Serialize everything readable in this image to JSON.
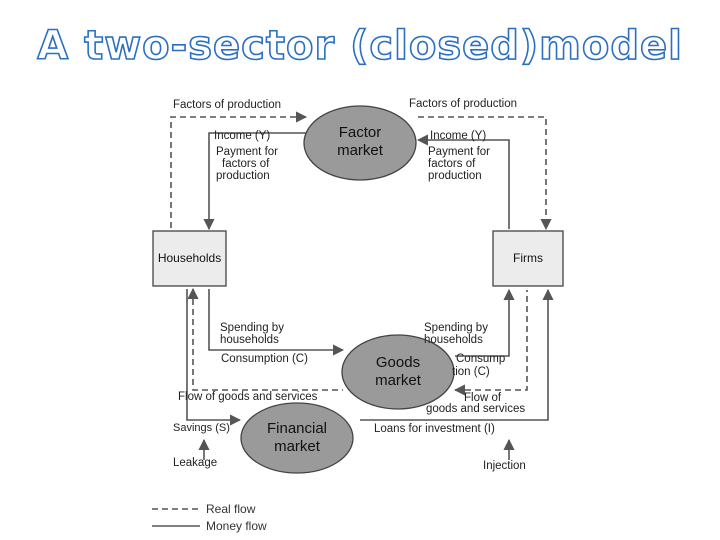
{
  "title": "A two-sector (closed)model",
  "nodes": {
    "households": "Households",
    "firms": "Firms",
    "factor_market": [
      "Factor",
      "market"
    ],
    "goods_market": [
      "Goods",
      "market"
    ],
    "financial_market": [
      "Financial",
      "market"
    ]
  },
  "labels": {
    "factors_left": "Factors of production",
    "factors_right": "Factors of production",
    "income_left": "Income (Y)",
    "income_right": "Income (Y)",
    "payment_left": [
      "Payment for",
      "factors of",
      "production"
    ],
    "payment_right": [
      "Payment for",
      "factors of",
      "production"
    ],
    "spending_left": [
      "Spending by",
      "households"
    ],
    "spending_right": [
      "Spending by",
      "households"
    ],
    "consumption_left": "Consumption (C)",
    "consumption_right": [
      "Consump",
      "tion (C)"
    ],
    "flow_goods_left": "Flow of goods and services",
    "flow_goods_right": [
      "Flow of",
      "goods and services"
    ],
    "savings": "Savings (S)",
    "loans": "Loans for investment (I)",
    "leakage": "Leakage",
    "injection": "Injection"
  },
  "legend": {
    "real_flow": "Real flow",
    "money_flow": "Money flow"
  },
  "colors": {
    "title_outline": "#2b6fc2",
    "node_fill": "#9a9a9a",
    "box_fill": "#ececec",
    "line": "#555555"
  }
}
